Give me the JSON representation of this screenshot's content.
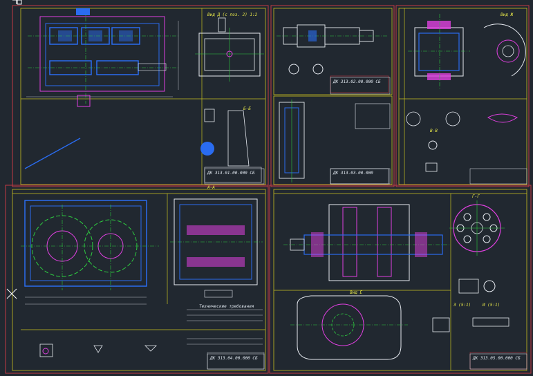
{
  "theme": {
    "background": "#212830",
    "frame": "#c8c020",
    "red_border": "#c23a45",
    "blue": "#2a6cf0",
    "magenta": "#e040e0",
    "green": "#2ecc40",
    "cyan": "#28d0e8",
    "white": "#e6eaf0",
    "yellow_text": "#e8e84a"
  },
  "labels": {
    "view_top": "Вид Д (с поз. 2) 1:2",
    "dim_a": "А-А",
    "dim_b": "Б-Б",
    "dim_v": "В-В",
    "dim_g": "Г-Г",
    "view_e": "Вид Е",
    "view_j": "Вид Ж",
    "view_z": "З (5:1)",
    "view_i": "И (5:1)",
    "title_block_1": "ДК 313.01.00.000 СБ",
    "title_block_2": "ДК 313.02.00.000 СБ",
    "title_block_3": "ДК 313.03.00.000",
    "title_block_4": "ДК 313.04.00.000 СБ",
    "title_block_5": "ДК 313.05.00.000 СБ",
    "notes_tech": "Технические требования"
  },
  "cursor": {
    "crosshair": "+"
  }
}
